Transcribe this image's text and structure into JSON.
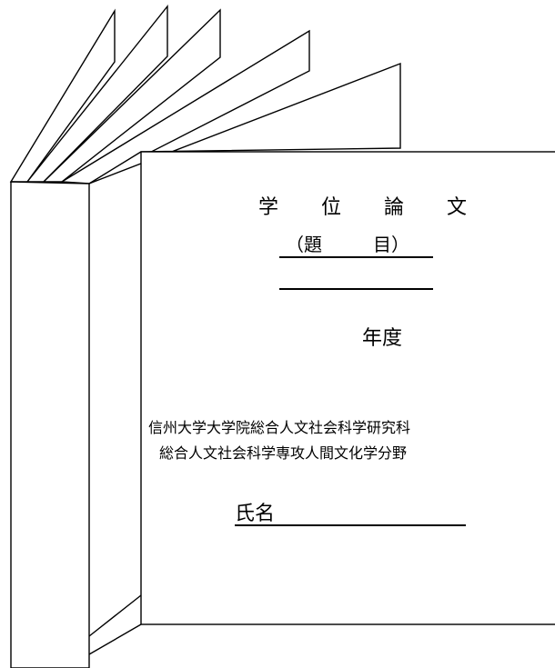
{
  "title": "学 位 論 文",
  "subtitle": {
    "open": "（題",
    "close": "目）"
  },
  "year_label": "年度",
  "institution": {
    "line1": "信州大学大学院総合人文社会科学研究科",
    "line2": "総合人文社会科学専攻人間文化学分野"
  },
  "name_label": "氏名",
  "colors": {
    "ink": "#000000",
    "paper": "#ffffff"
  }
}
